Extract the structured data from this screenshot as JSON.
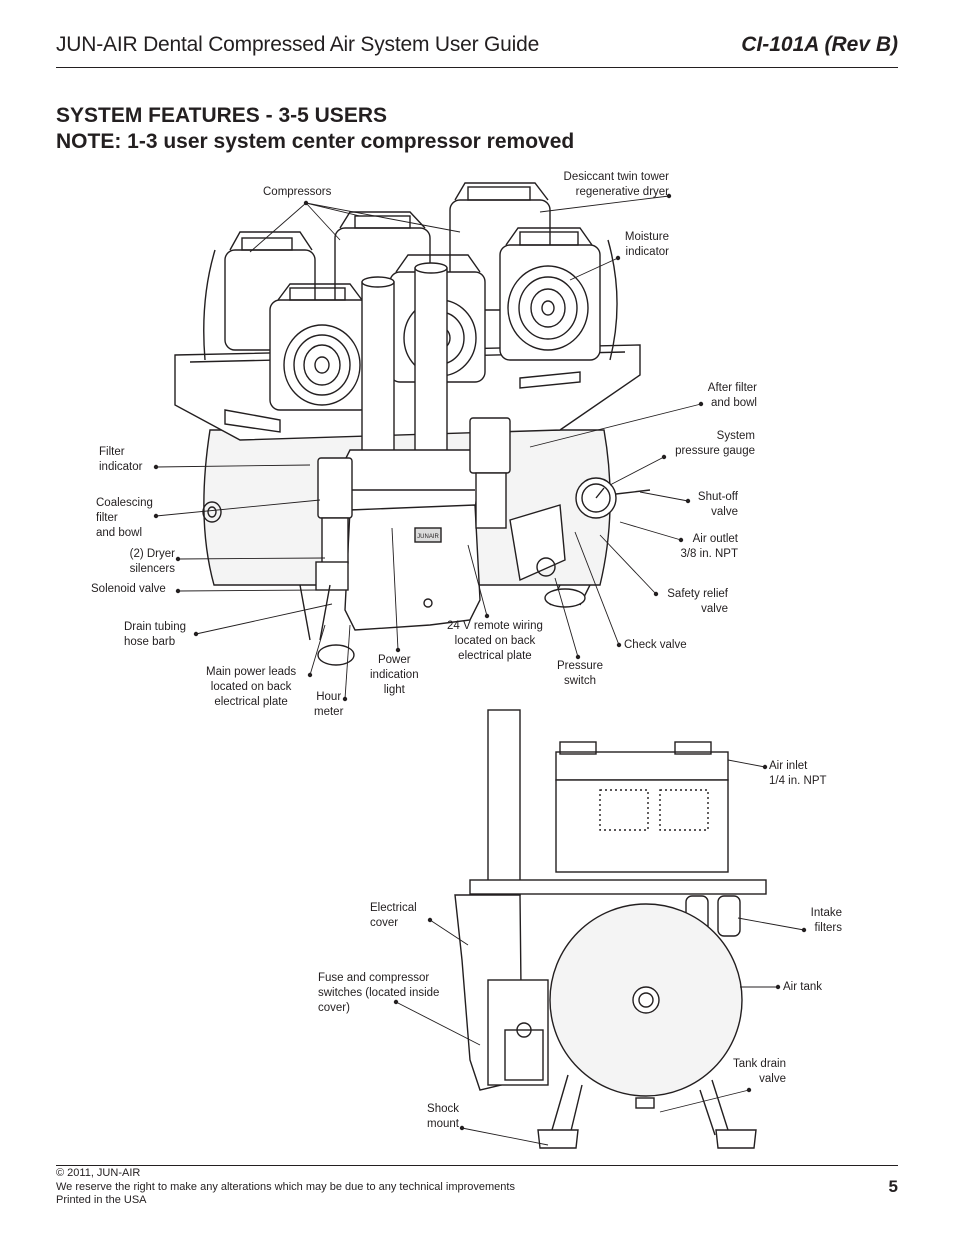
{
  "header": {
    "title": "JUN-AIR Dental Compressed Air System User Guide",
    "doc_id": "CI-101A (Rev B)"
  },
  "section": {
    "title_line1": "SYSTEM FEATURES - 3-5 USERS",
    "title_line2": "NOTE: 1-3 user system center compressor removed"
  },
  "front_view_labels": {
    "compressors": "Compressors",
    "dryer": "Desiccant twin tower\nregenerative dryer",
    "moisture": "Moisture\nindicator",
    "after_filter": "After filter\nand bowl",
    "system_gauge": "System\npressure gauge",
    "shutoff": "Shut-off\nvalve",
    "air_outlet": "Air outlet\n3/8 in. NPT",
    "safety_relief": "Safety relief\nvalve",
    "check_valve": "Check valve",
    "pressure_switch": "Pressure\nswitch",
    "remote_wiring": "24 V remote wiring\nlocated on back\nelectrical plate",
    "power_light": "Power\nindication\nlight",
    "hour_meter": "Hour\nmeter",
    "main_power": "Main power leads\nlocated on back\nelectrical plate",
    "drain_tubing": "Drain tubing\nhose barb",
    "solenoid": "Solenoid valve",
    "dryer_silencers": "(2) Dryer\nsilencers",
    "coalescing": "Coalescing\nfilter\nand bowl",
    "filter_indicator": "Filter\nindicator"
  },
  "side_view_labels": {
    "air_inlet": "Air inlet\n1/4 in. NPT",
    "intake_filters": "Intake\nfilters",
    "air_tank": "Air tank",
    "tank_drain": "Tank drain\nvalve",
    "shock_mount": "Shock\nmount",
    "electrical_cover": "Electrical\ncover",
    "fuse_switches": "Fuse and compressor\nswitches (located inside\ncover)"
  },
  "front_panel_badge": "JUNAIR",
  "footer": {
    "copyright": "© 2011, JUN-AIR",
    "disclaimer": "We reserve the right to make any alterations which may be due to any technical improvements",
    "printed": "Printed in the USA",
    "page_number": "5"
  }
}
